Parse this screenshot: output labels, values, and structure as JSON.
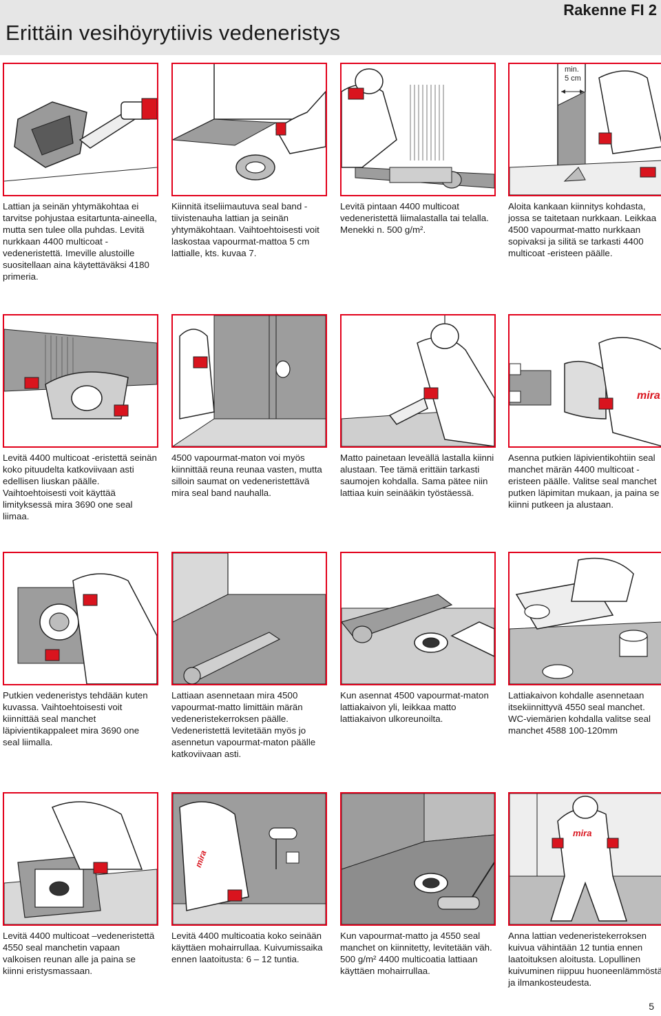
{
  "header": {
    "title": "Erittäin vesihöyrytiivis vedeneristys",
    "doc_label": "Rakenne FI 2"
  },
  "steps": [
    {
      "caption": "Lattian ja seinän yhtymäkohtaa ei tarvitse pohjustaa esitartunta-aineella, mutta sen tulee olla puhdas. Levitä nurkkaan 4400 multicoat -vedeneristettä. Imeville alustoille suositellaan aina käytettäväksi 4180 primeria."
    },
    {
      "caption": "Kiinnitä itseliimautuva seal band -tiivistenauha lattian ja seinän yhtymäkohtaan. Vaihtoehtoisesti voit laskostaa vapourmat-mattoa 5 cm lattialle, kts. kuvaa 7."
    },
    {
      "caption": "Levitä pintaan 4400 multicoat vedeneristettä liimalastalla tai telalla. Menekki n. 500 g/m²."
    },
    {
      "caption": "Aloita kankaan kiinnitys kohdasta, jossa se taitetaan nurkkaan. Leikkaa 4500 vapourmat-matto nurkkaan sopivaksi ja silitä se tarkasti 4400 multicoat -eristeen päälle.",
      "annotation": [
        "min.",
        "5 cm"
      ]
    },
    {
      "caption": "Levitä 4400 multicoat -eristettä seinän koko pituudelta katkoviivaan asti edellisen liuskan päälle. Vaihtoehtoisesti voit käyttää limityksessä mira 3690 one seal liimaa."
    },
    {
      "caption": "4500 vapourmat-maton voi myös kiinnittää reuna reunaa vasten, mutta silloin saumat on vedeneristettävä mira seal band nauhalla."
    },
    {
      "caption": "Matto painetaan leveällä lastalla kiinni alustaan. Tee tämä erittäin tarkasti saumojen kohdalla. Sama pätee niin lattiaa kuin seinääkin työstäessä."
    },
    {
      "caption": "Asenna putkien läpivientikohtiin seal manchet märän 4400 multicoat -eristeen päälle. Valitse seal manchet putken läpimitan mukaan, ja paina se kiinni putkeen ja alustaan.",
      "logo": "mira"
    },
    {
      "caption": "Putkien vedeneristys tehdään kuten kuvassa. Vaihtoehtoisesti voit kiinnittää seal manchet läpivientikappaleet mira 3690 one seal liimalla."
    },
    {
      "caption": "Lattiaan asennetaan mira 4500 vapourmat-matto limittäin märän vedeneristekerroksen päälle. Vedeneristettä levitetään myös jo asennetun vapourmat-maton päälle katkoviivaan asti."
    },
    {
      "caption": "Kun asennat 4500 vapourmat-maton lattiakaivon yli, leikkaa matto lattiakaivon ulkoreunoilta."
    },
    {
      "caption": "Lattiakaivon kohdalle asennetaan itsekiinnittyvä 4550 seal manchet. WC-viemärien kohdalla valitse seal manchet 4588 100-120mm"
    },
    {
      "caption": "Levitä 4400 multicoat –vedeneristettä 4550 seal manchetin vapaan valkoisen reunan alle ja paina se kiinni eristysmassaan."
    },
    {
      "caption": "Levitä 4400 multicoatia koko seinään käyttäen mohairrullaa. Kuivumissaika ennen laatoitusta: 6 – 12 tuntia.",
      "logo": "mira"
    },
    {
      "caption": "Kun vapourmat-matto ja 4550 seal manchet on kiinnitetty, levitetään väh. 500 g/m² 4400 multicoatia lattiaan käyttäen mohairrullaa."
    },
    {
      "caption": "Anna lattian vedeneristekerroksen kuivua vähintään 12 tuntia ennen laatoituksen aloitusta. Lopullinen kuivuminen riippuu huoneenlämmöstä ja ilmankosteudesta.",
      "logo": "mira"
    }
  ],
  "footer": {
    "page_number": "5"
  },
  "colors": {
    "frame": "#e2001a",
    "header_band": "#e6e6e6",
    "sleeve_red": "#d9141e",
    "gray_fill": "#bdbdbd"
  }
}
